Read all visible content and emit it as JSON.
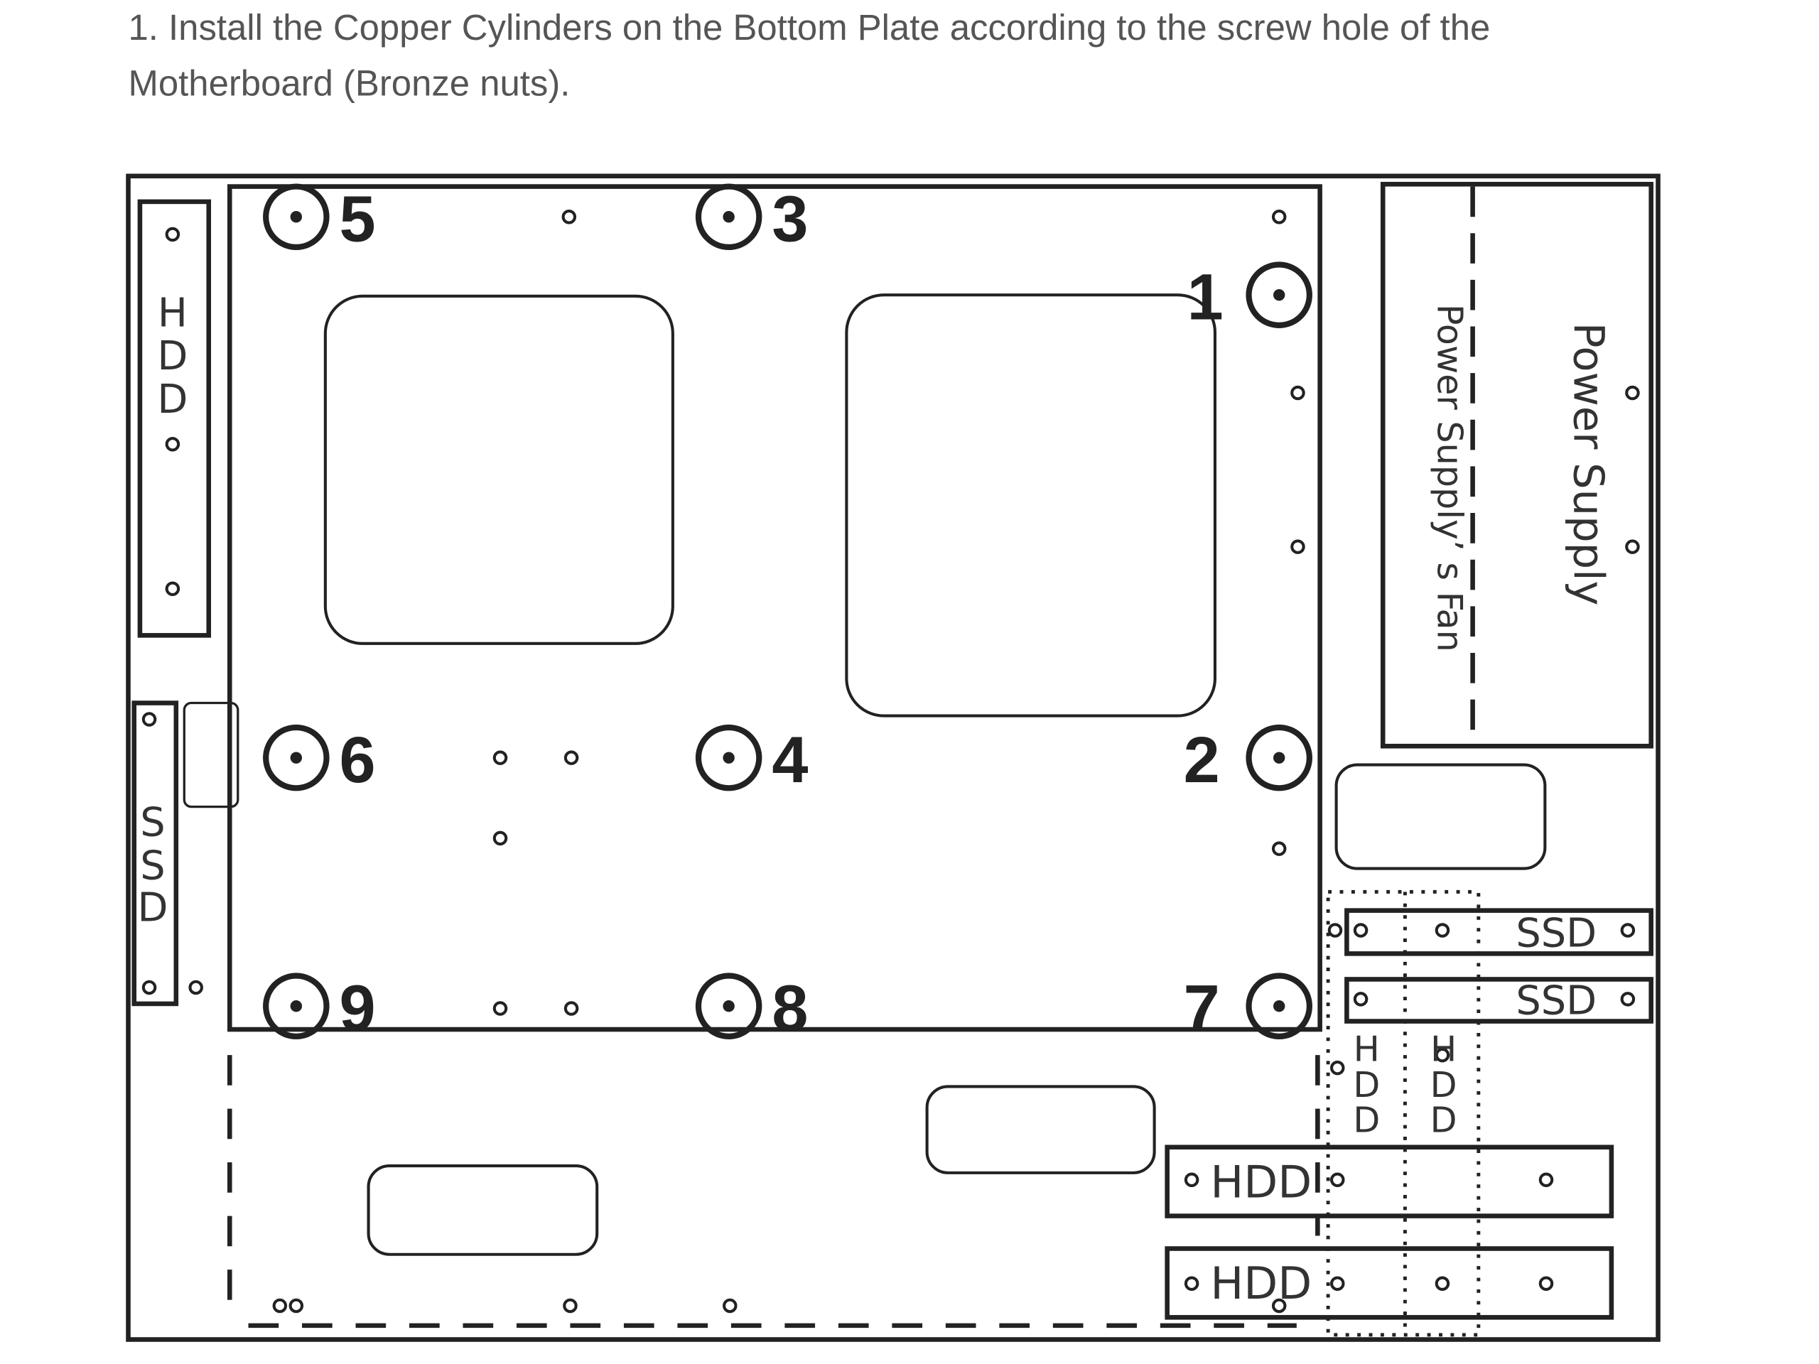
{
  "instruction": {
    "line1": "1. Install the Copper Cylinders on the Bottom Plate according to the screw hole of the",
    "line2": "Motherboard (Bronze nuts)."
  },
  "diagram": {
    "left_hdd": [
      "H",
      "D",
      "D"
    ],
    "left_ssd": [
      "S",
      "S",
      "D"
    ],
    "standoffs": [
      "5",
      "3",
      "1",
      "6",
      "4",
      "2",
      "9",
      "8",
      "7"
    ],
    "power_supply": "Power Supply",
    "power_supply_fan": "Power Supply’ s Fan",
    "ssd_label": "SSD",
    "hdd_label": "HDD",
    "hdd_vertical": [
      "H",
      "D",
      "D"
    ]
  }
}
